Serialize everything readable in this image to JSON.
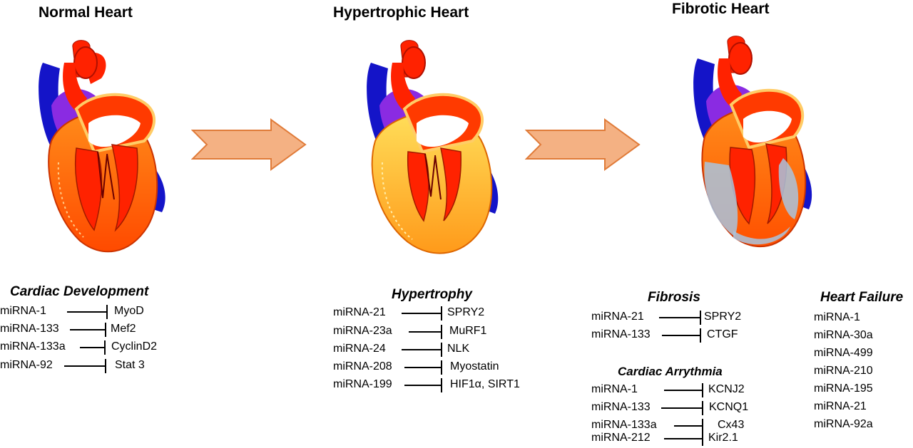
{
  "stages": [
    {
      "title": "Normal Heart"
    },
    {
      "title": "Hypertrophic Heart"
    },
    {
      "title": "Fibrotic Heart"
    }
  ],
  "cardiac_development": {
    "title": "Cardiac Development",
    "rows": [
      {
        "mirna": "miRNA-1",
        "target": "MyoD"
      },
      {
        "mirna": "miRNA-133",
        "target": "Mef2"
      },
      {
        "mirna": "miRNA-133a",
        "target": "CyclinD2"
      },
      {
        "mirna": "miRNA-92",
        "target": "Stat 3"
      }
    ]
  },
  "hypertrophy": {
    "title": "Hypertrophy",
    "rows": [
      {
        "mirna": "miRNA-21",
        "target": "SPRY2"
      },
      {
        "mirna": "miRNA-23a",
        "target": "MuRF1"
      },
      {
        "mirna": "miRNA-24",
        "target": "NLK"
      },
      {
        "mirna": "miRNA-208",
        "target": "Myostatin"
      },
      {
        "mirna": "miRNA-199",
        "target": "HIF1α, SIRT1"
      }
    ]
  },
  "fibrosis": {
    "title": "Fibrosis",
    "rows": [
      {
        "mirna": "miRNA-21",
        "target": "SPRY2"
      },
      {
        "mirna": "miRNA-133",
        "target": "CTGF"
      }
    ]
  },
  "cardiac_arrythmia": {
    "title": "Cardiac Arrythmia",
    "rows": [
      {
        "mirna": "miRNA-1",
        "target": "KCNJ2"
      },
      {
        "mirna": "miRNA-133",
        "target": "KCNQ1"
      },
      {
        "mirna": "miRNA-133a",
        "target": "Cx43"
      },
      {
        "mirna": "miRNA-212",
        "target": "Kir2.1"
      }
    ]
  },
  "heart_failure": {
    "title": "Heart Failure",
    "items": [
      "miRNA-1",
      "miRNA-30a",
      "miRNA-499",
      "miRNA-210",
      "miRNA-195",
      "miRNA-21",
      "miRNA-92a"
    ]
  },
  "colors": {
    "arrow_fill": "#f4b183",
    "arrow_stroke": "#e07b39",
    "myocardium": "#ff4500",
    "vessel_red": "#ff2200",
    "vessel_blue": "#1010d0",
    "atrium_purple": "#8a2be2",
    "fibrosis": "#a9c4de"
  }
}
